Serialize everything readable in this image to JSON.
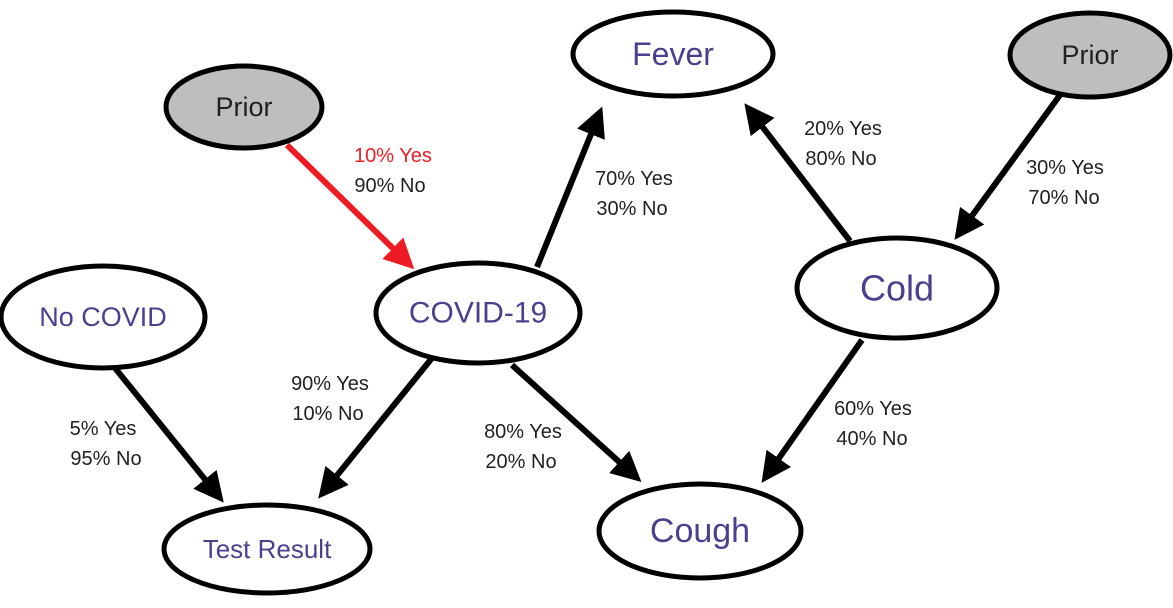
{
  "colors": {
    "node_stroke": "#000000",
    "node_fill": "#ffffff",
    "prior_fill": "#bcbec0",
    "label_purple": "#4b3f8f",
    "label_black": "#231f20",
    "edge_black": "#000000",
    "edge_red": "#ed1c24"
  },
  "nodes": {
    "prior_left": "Prior",
    "prior_right": "Prior",
    "fever": "Fever",
    "cold": "Cold",
    "covid": "COVID-19",
    "no_covid": "No COVID",
    "test_result": "Test Result",
    "cough": "Cough"
  },
  "edges": {
    "prior_to_covid": {
      "yes": "10% Yes",
      "no": "90% No"
    },
    "covid_to_fever": {
      "yes": "70% Yes",
      "no": "30% No"
    },
    "cold_to_fever": {
      "yes": "20% Yes",
      "no": "80% No"
    },
    "prior_to_cold": {
      "yes": "30% Yes",
      "no": "70% No"
    },
    "nocovid_to_test": {
      "yes": "5% Yes",
      "no": "95% No"
    },
    "covid_to_test": {
      "yes": "90% Yes",
      "no": "10% No"
    },
    "covid_to_cough": {
      "yes": "80% Yes",
      "no": "20% No"
    },
    "cold_to_cough": {
      "yes": "60% Yes",
      "no": "40% No"
    }
  }
}
